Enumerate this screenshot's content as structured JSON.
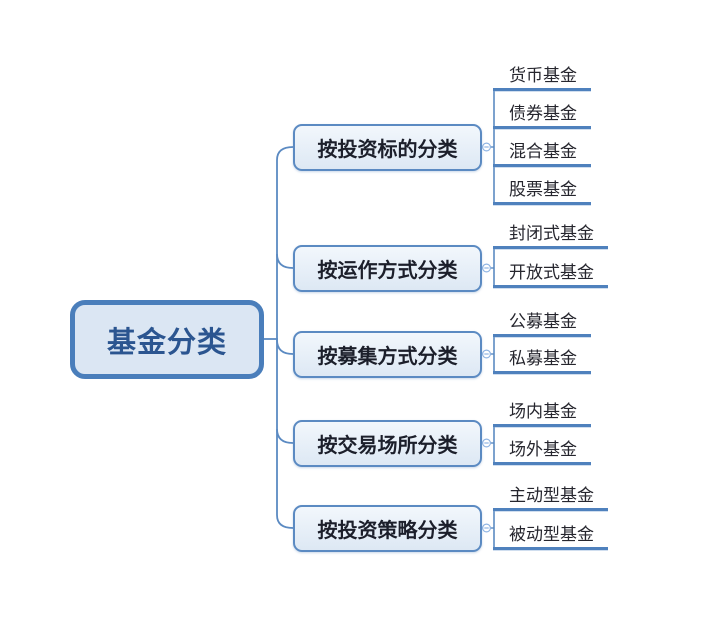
{
  "root": {
    "label": "基金分类"
  },
  "branches": [
    {
      "label": "按投资标的分类",
      "collapse_icon": "minus",
      "children": [
        {
          "label": "货币基金"
        },
        {
          "label": "债券基金"
        },
        {
          "label": "混合基金"
        },
        {
          "label": "股票基金"
        }
      ]
    },
    {
      "label": "按运作方式分类",
      "collapse_icon": "minus",
      "children": [
        {
          "label": "封闭式基金"
        },
        {
          "label": "开放式基金"
        }
      ]
    },
    {
      "label": "按募集方式分类",
      "collapse_icon": "minus",
      "children": [
        {
          "label": "公募基金"
        },
        {
          "label": "私募基金"
        }
      ]
    },
    {
      "label": "按交易场所分类",
      "collapse_icon": "minus",
      "children": [
        {
          "label": "场内基金"
        },
        {
          "label": "场外基金"
        }
      ]
    },
    {
      "label": "按投资策略分类",
      "collapse_icon": "minus",
      "children": [
        {
          "label": "主动型基金"
        },
        {
          "label": "被动型基金"
        }
      ]
    }
  ],
  "colors": {
    "connector_line": "#5b8ac2",
    "leaf_underline": "#4f81bd",
    "root_border": "#4a7ebb",
    "root_fill": "#dbe6f3",
    "root_text": "#2b5590",
    "branch_border": "#5b8ac2",
    "branch_fill": "#e6eef8",
    "branch_text": "#1c1f2b",
    "leaf_text": "#26262e",
    "canvas": "#ffffff"
  }
}
